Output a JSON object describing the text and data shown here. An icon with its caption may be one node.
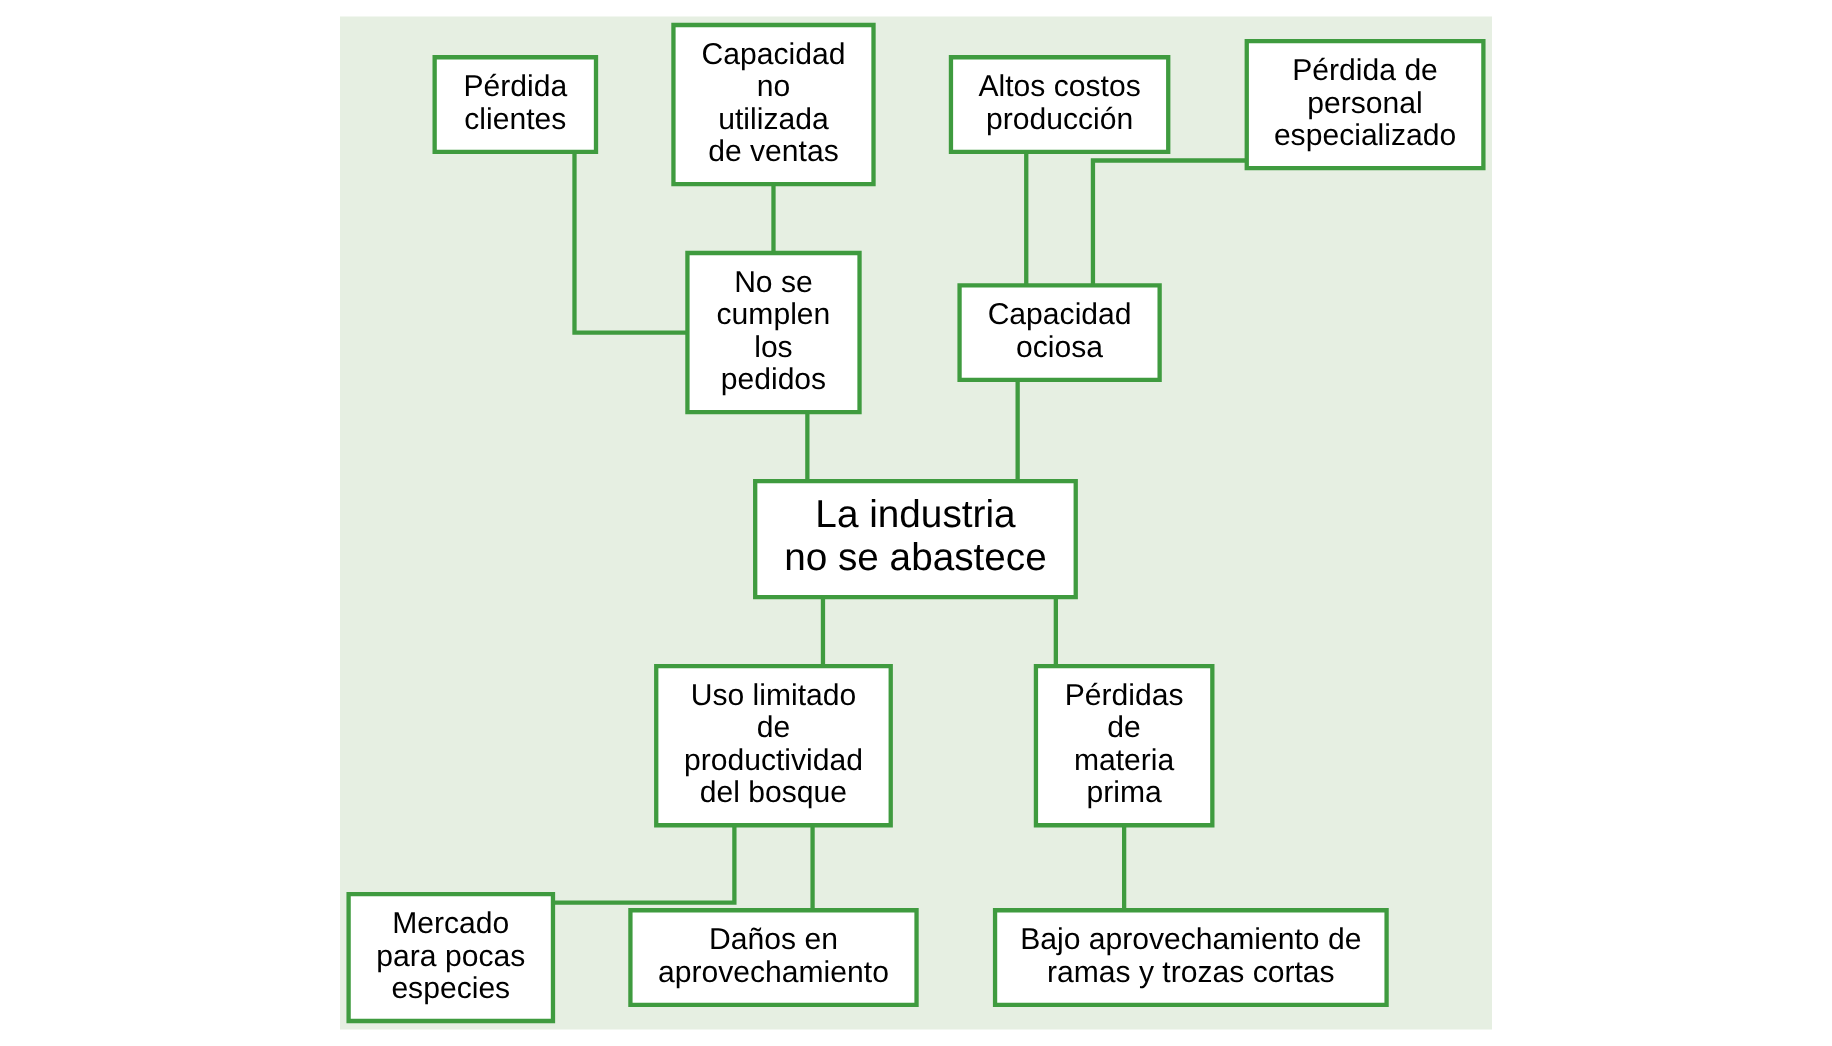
{
  "diagram": {
    "nodes": [
      {
        "text": [
          "Pérdida clientes"
        ]
      },
      {
        "text": [
          "Capacidad no utilizada de ventas"
        ]
      },
      {
        "text": [
          "Altos costos producción"
        ]
      },
      {
        "text": [
          "Pérdida de personal especializado"
        ]
      },
      {
        "text": [
          "No se cumplen los pedidos"
        ]
      },
      {
        "text": [
          "Capacidad ociosa"
        ]
      },
      {
        "text": [
          "La industria no se abastece"
        ]
      },
      {
        "text": [
          "Uso limitado de productividad del bosque"
        ]
      },
      {
        "text": [
          "Pérdidas de materia prima"
        ]
      },
      {
        "text": [
          "Mercado para pocas especies"
        ]
      },
      {
        "text": [
          "Daños en aprovechamiento"
        ]
      },
      {
        "text": [
          "Bajo aprovechamiento de ramas y trozas cortas"
        ]
      }
    ],
    "edges": [
      {
        "from": 0,
        "to": 4,
        "arrow": "none"
      },
      {
        "from": 1,
        "to": 4,
        "arrow": "none"
      },
      {
        "from": 2,
        "to": 5,
        "arrow": "none"
      },
      {
        "from": 3,
        "to": 5,
        "arrow": "none"
      },
      {
        "from": 4,
        "to": 6,
        "arrow": "none"
      },
      {
        "from": 5,
        "to": 6,
        "arrow": "none"
      },
      {
        "from": 6,
        "to": 7,
        "arrow": "none"
      },
      {
        "from": 6,
        "to": 8,
        "arrow": "none"
      },
      {
        "from": 7,
        "to": 9,
        "arrow": "none"
      },
      {
        "from": 7,
        "to": 10,
        "arrow": "none"
      },
      {
        "from": 8,
        "to": 11,
        "arrow": "none"
      }
    ]
  }
}
